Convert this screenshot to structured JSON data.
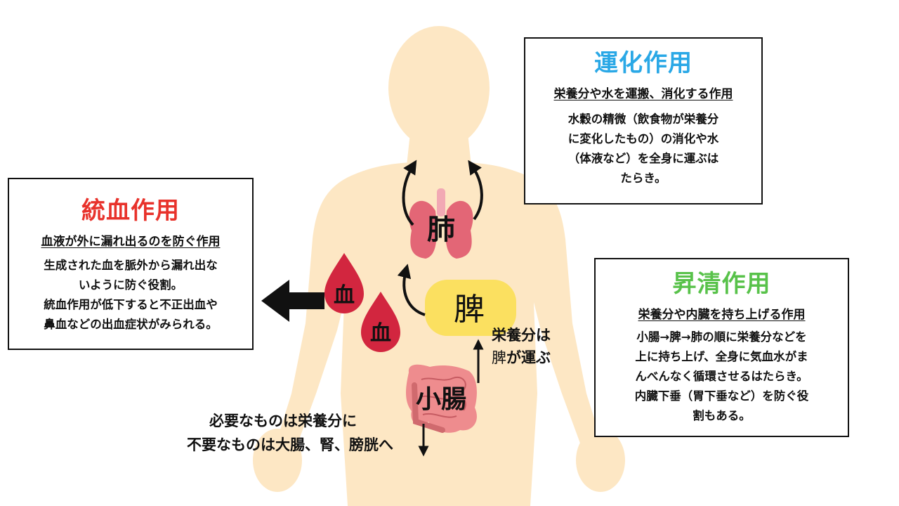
{
  "colors": {
    "body": "#fde7c4",
    "lung": "#e36676",
    "spleen": "#fbe060",
    "blood": "#d2263f",
    "intestine": "#ee8c8e",
    "arrow": "#111111",
    "unka_title": "#2aa8e6",
    "touketsu_title": "#e8322b",
    "shousei_title": "#58c24a"
  },
  "organs": {
    "lung": "肺",
    "spleen": "脾",
    "intestine": "小腸",
    "blood_1": "血",
    "blood_2": "血"
  },
  "unka": {
    "title": "運化作用",
    "subtitle": "栄養分や水を運搬、消化する作用",
    "lines": [
      "水穀の精微（飲食物が栄養分",
      "に変化したもの）の消化や水",
      "（体液など）を全身に運ぶは",
      "たらき。"
    ]
  },
  "touketsu": {
    "title": "統血作用",
    "subtitle": "血液が外に漏れ出るのを防ぐ作用",
    "lines": [
      "生成された血を脈外から漏れ出な",
      "いように防ぐ役割。",
      "統血作用が低下すると不正出血や",
      "鼻血などの出血症状がみられる。"
    ]
  },
  "shousei": {
    "title": "昇清作用",
    "subtitle": "栄養分や内臓を持ち上げる作用",
    "lines": [
      "小腸→脾→肺の順に栄養分などを",
      "上に持ち上げ、全身に気血水がま",
      "んべんなく循環させるはたらき。",
      "内臓下垂（胃下垂など）を防ぐ役",
      "割もある。"
    ]
  },
  "notes": {
    "spleen_line1": "栄養分は",
    "spleen_word": "脾",
    "spleen_rest": "が運ぶ",
    "bottom_line1": "必要なものは栄養分に",
    "bottom_line2": "不要なものは大腸、腎、膀胱へ"
  }
}
